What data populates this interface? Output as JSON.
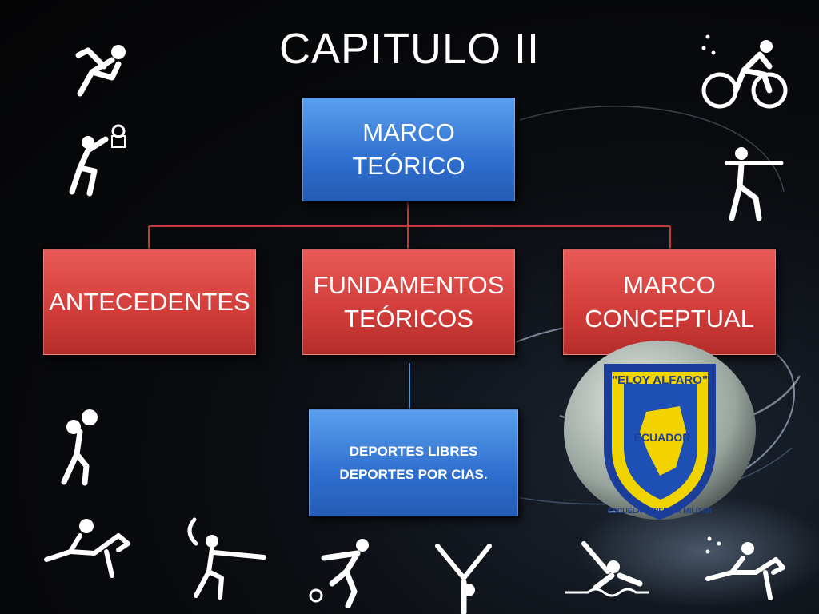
{
  "title": "CAPITULO II",
  "root": {
    "label": "MARCO TEÓRICO"
  },
  "children": [
    {
      "label": "ANTECEDENTES"
    },
    {
      "label": "FUNDAMENTOS TEÓRICOS"
    },
    {
      "label": "MARCO CONCEPTUAL"
    }
  ],
  "subnode": {
    "line1": "DEPORTES LIBRES",
    "line2": "DEPORTES POR CIAS."
  },
  "emblem": {
    "top_text": "\"ELOY ALFARO\"",
    "inner_text": "ECUADOR",
    "ring_text": "ESCUELA SUPERIOR MILITAR"
  },
  "colors": {
    "blue_box": "#2f6fcf",
    "red_box": "#d13c39",
    "connector_red": "#c33b38",
    "connector_blue": "#5b8fd6",
    "background": "#050506"
  },
  "icons": [
    "runner-icon",
    "basketball-icon",
    "cyclist-icon",
    "shooter-icon",
    "boxer-icon",
    "equestrian-icon",
    "fencer-icon",
    "soccer-icon",
    "gymnast-icon",
    "swimmer-icon",
    "equestrian-icon-2"
  ]
}
